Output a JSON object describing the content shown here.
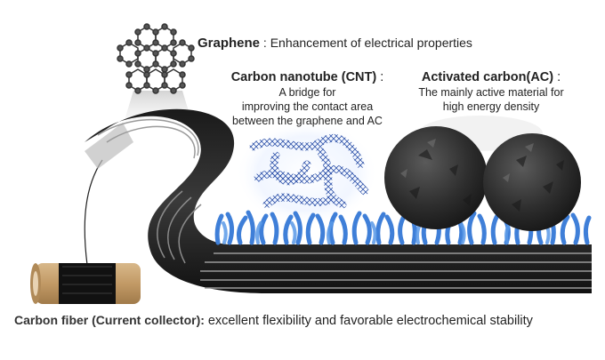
{
  "graphene": {
    "title": "Graphene",
    "sep": " : ",
    "desc": "Enhancement of electrical properties"
  },
  "cnt": {
    "title": "Carbon nanotube (CNT)",
    "sep": " :",
    "line1": "A bridge for",
    "line2": "improving the contact area",
    "line3": "between the graphene and AC"
  },
  "ac": {
    "title": "Activated carbon(AC)",
    "sep": " :",
    "line1": "The mainly active material for",
    "line2": "high energy density"
  },
  "carbon_fiber": {
    "title": "Carbon fiber (Current collector)",
    "sep": ": ",
    "desc": "excellent flexibility and favorable electrochemical stability"
  },
  "colors": {
    "fiber": "#3a3a3a",
    "nanotube": "#3f7fd8",
    "cnt_mesh": "#2a4fa8",
    "activated_carbon": "#2b2b2b",
    "spool": "#c9a475"
  }
}
